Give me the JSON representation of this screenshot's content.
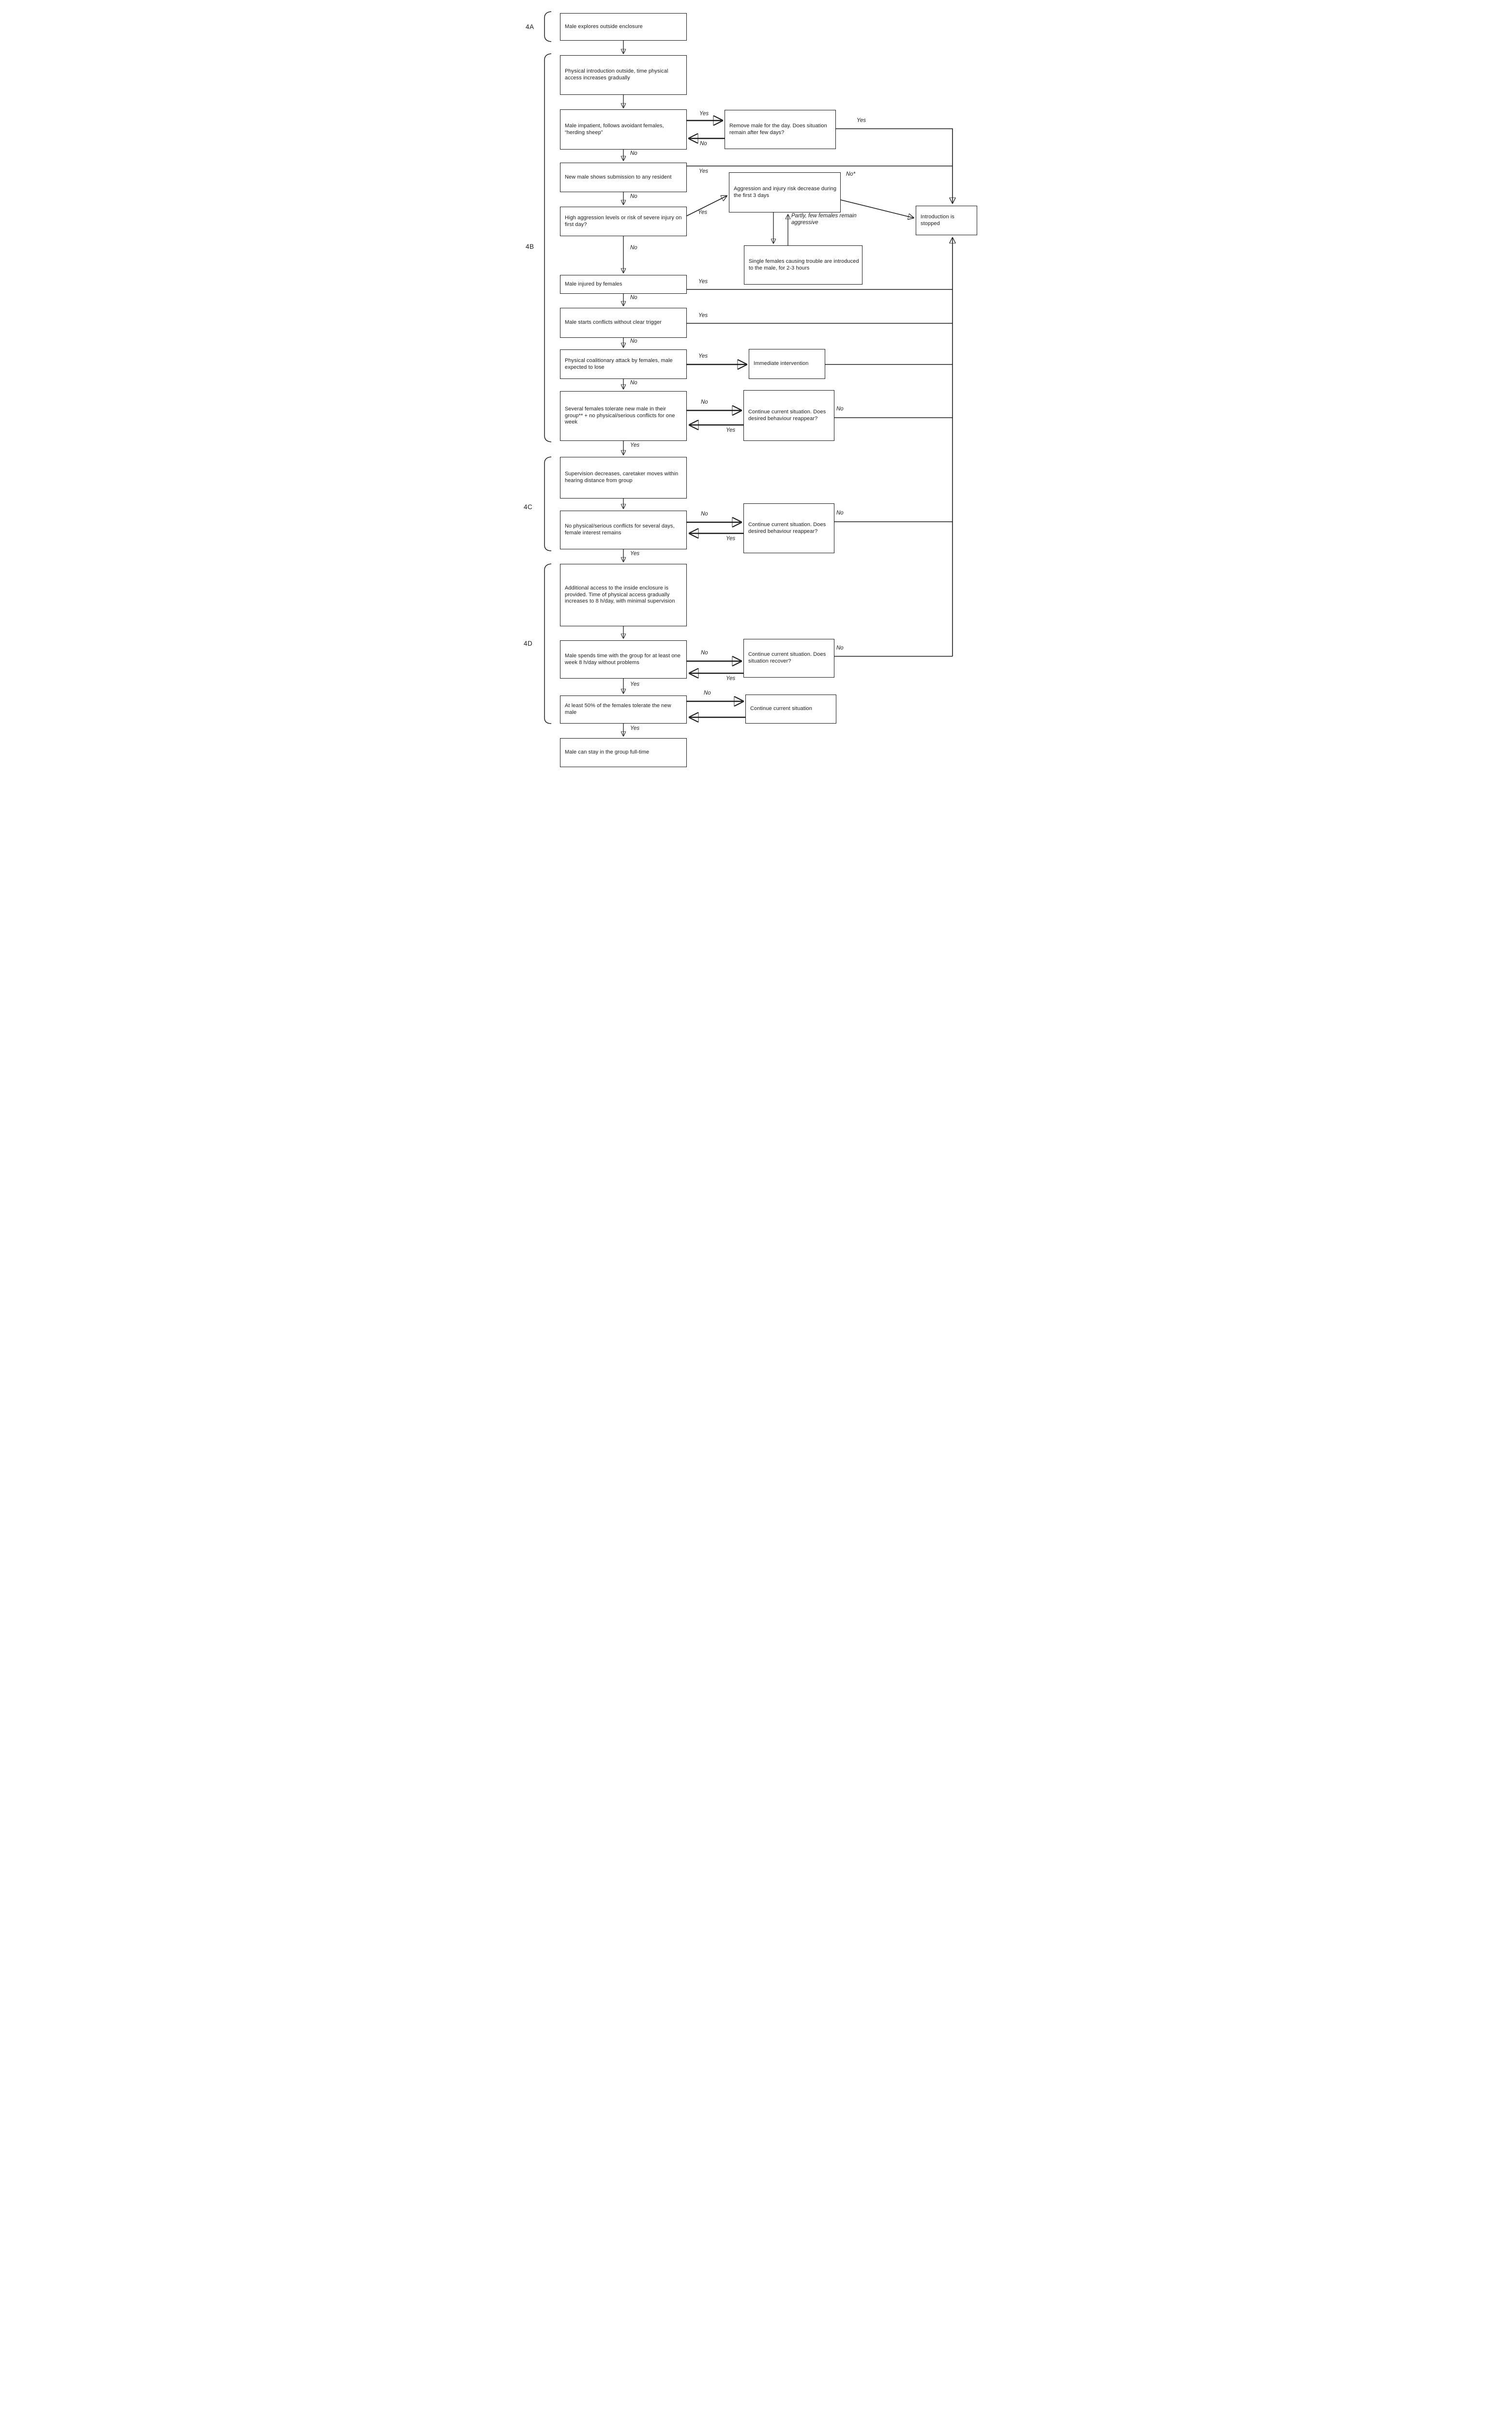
{
  "figure_type": "flowchart",
  "colors": {
    "ink": "#1a1a1a",
    "background": "#ffffff"
  },
  "sections": [
    {
      "label": "4A"
    },
    {
      "label": "4B"
    },
    {
      "label": "4C"
    },
    {
      "label": "4D"
    }
  ],
  "boxes": [
    {
      "id": "male-explores",
      "text": "Male explores outside enclosure"
    },
    {
      "id": "physical-introduction",
      "text": "Physical introduction outside, time physical access increases gradually"
    },
    {
      "id": "male-impatient",
      "text": "Male impatient, follows avoidant females, “herding sheep”"
    },
    {
      "id": "new-male-submission",
      "text": "New male shows submission to any resident"
    },
    {
      "id": "high-aggression",
      "text": "High aggression levels or risk of severe injury on first day?"
    },
    {
      "id": "male-injured",
      "text": "Male injured by females"
    },
    {
      "id": "male-starts-conflicts",
      "text": "Male starts conflicts without clear trigger"
    },
    {
      "id": "coalitionary-attack",
      "text": "Physical coalitionary attack by females, male expected to lose"
    },
    {
      "id": "females-tolerate-week",
      "text": "Several females tolerate new male in their group** + no physical/serious conflicts for one week"
    },
    {
      "id": "supervision-decreases",
      "text": "Supervision decreases, caretaker moves within hearing distance from group"
    },
    {
      "id": "no-conflicts-several-days",
      "text": "No physical/serious conflicts for several days, female interest remains"
    },
    {
      "id": "additional-access",
      "text": "Additional access to the inside enclosure is provided. Time of physical access gradually increases to 8 h/day, with minimal supervision"
    },
    {
      "id": "male-spends-time",
      "text": "Male spends time with the group for at least one week 8 h/day without problems"
    },
    {
      "id": "half-females-tolerate",
      "text": "At least 50% of the females tolerate the new male"
    },
    {
      "id": "male-can-stay",
      "text": "Male can stay in the group full-time"
    },
    {
      "id": "remove-male",
      "text": "Remove male for the day. Does situation remain after few days?"
    },
    {
      "id": "aggression-decrease",
      "text": "Aggression and injury risk decrease during the first 3 days"
    },
    {
      "id": "single-females",
      "text": "Single females causing trouble are introduced to the male, for 2-3 hours"
    },
    {
      "id": "immediate-intervention",
      "text": "Immediate intervention"
    },
    {
      "id": "continue-reappear-1",
      "text": "Continue current situation. Does desired behaviour reappear?"
    },
    {
      "id": "continue-reappear-2",
      "text": "Continue current situation. Does desired behaviour reappear?"
    },
    {
      "id": "continue-recover",
      "text": "Continue current situation. Does situation recover?"
    },
    {
      "id": "continue-current",
      "text": "Continue current situation"
    },
    {
      "id": "introduction-stopped",
      "text": "Introduction is stopped"
    }
  ],
  "edge_labels": {
    "yes": "Yes",
    "no": "No",
    "no_star": "No*",
    "partly": "Partly, few females remain aggressive"
  }
}
